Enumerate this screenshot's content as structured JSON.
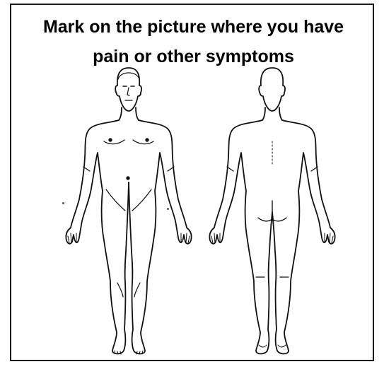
{
  "form": {
    "title_line1": "Mark on the picture where you have",
    "title_line2": "pain or other symptoms"
  },
  "figures": [
    {
      "view": "front-view",
      "icon": "body-front-outline-icon"
    },
    {
      "view": "back-view",
      "icon": "body-back-outline-icon"
    }
  ],
  "colors": {
    "outline": "#111111",
    "border": "#1a1a1a",
    "background": "#ffffff"
  }
}
